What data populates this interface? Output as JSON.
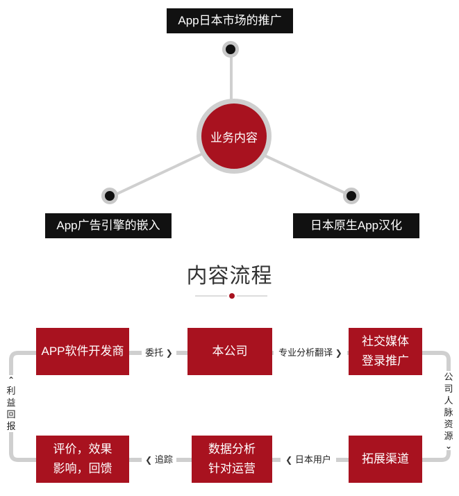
{
  "top_diagram": {
    "center": "业务内容",
    "top_label": "App日本市场的推广",
    "left_label": "App广告引擎的嵌入",
    "right_label": "日本原生App汉化"
  },
  "section_title": "内容流程",
  "flow": {
    "row1": [
      "APP软件开发商",
      "本公司",
      "社交媒体\n登录推广"
    ],
    "row2": [
      "评价，效果\n影响，回馈",
      "数据分析\n针对运营",
      "拓展渠道"
    ],
    "edges": {
      "e1": "委托",
      "e2": "专业分析翻译",
      "e3": "日本用户",
      "e4": "追踪",
      "right_vertical": "公司人脉资源",
      "left_vertical": "利益回报"
    },
    "arrows": {
      "right": "❯",
      "left": "❮",
      "down": "⌄",
      "up": "⌃"
    }
  },
  "colors": {
    "red": "#a8121f",
    "black": "#111111",
    "connector": "#cfcfcf"
  }
}
